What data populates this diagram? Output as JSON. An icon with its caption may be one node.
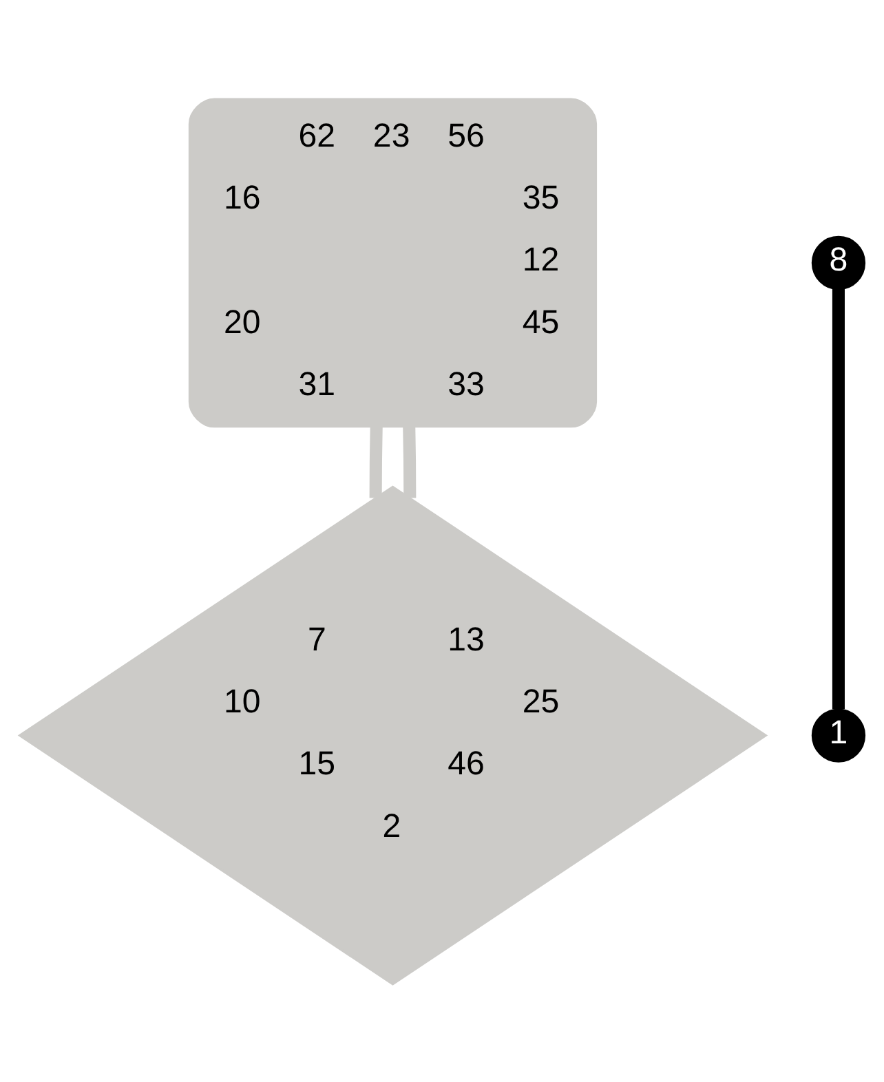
{
  "diagram": {
    "nodes": [
      {
        "text": [
          "62",
          "23",
          "56",
          "16",
          "35",
          "12",
          "20",
          "45",
          "31",
          "33"
        ]
      },
      {
        "text": [
          "8"
        ]
      },
      {
        "text": [
          "1"
        ]
      },
      {
        "text": [
          "7",
          "13",
          "10",
          "25",
          "15",
          "46",
          "2"
        ]
      }
    ],
    "edges": [
      {
        "from": 0,
        "to": 3,
        "arrow": "none"
      },
      {
        "from": 1,
        "to": 2,
        "arrow": "none",
        "color": "#000000"
      },
      {
        "from": 0,
        "to": 3,
        "arrow": "none"
      }
    ]
  }
}
